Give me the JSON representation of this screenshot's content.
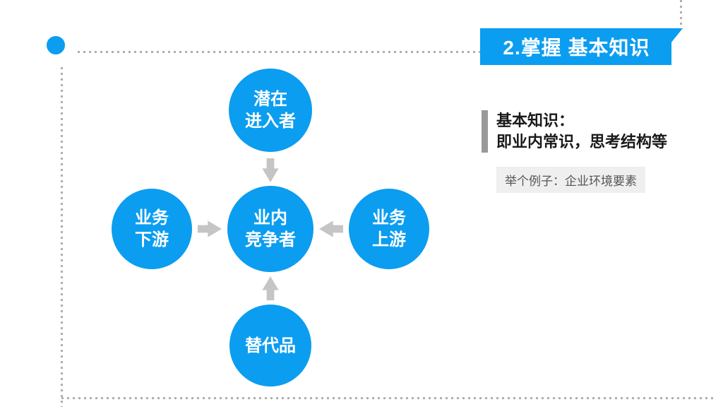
{
  "colors": {
    "accent": "#0B9DF0",
    "arrow": "#C5C5C5",
    "dotted": "#AFAFAF",
    "bar": "#999999",
    "example_bg": "#EFEFEF"
  },
  "header": {
    "title": "2.掌握 基本知识"
  },
  "note": {
    "line1": "基本知识：",
    "line2": "即业内常识，思考结构等",
    "example": "举个例子：企业环境要素"
  },
  "diagram": {
    "nodes": {
      "top": {
        "lines": [
          "潜在",
          "进入者"
        ]
      },
      "left": {
        "lines": [
          "业务",
          "下游"
        ]
      },
      "center": {
        "lines": [
          "业内",
          "竞争者"
        ]
      },
      "right": {
        "lines": [
          "业务",
          "上游"
        ]
      },
      "bottom": {
        "lines": [
          "替代品"
        ]
      }
    }
  }
}
